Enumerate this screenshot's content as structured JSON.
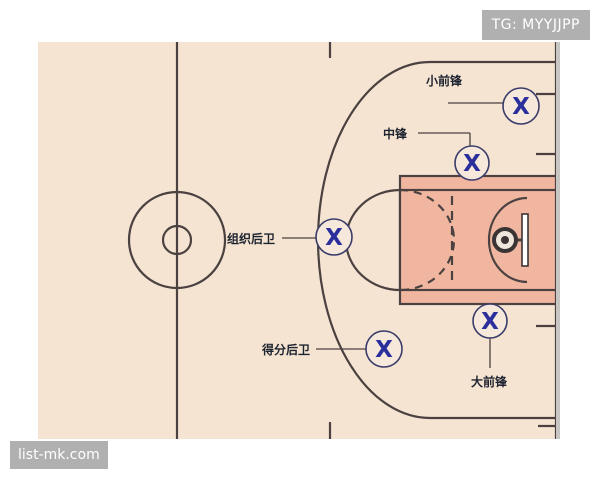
{
  "watermarks": {
    "top_right": "TG: MYYJJPP",
    "bottom_left": "list-mk.com"
  },
  "colors": {
    "floor": "#f5e4d2",
    "paint": "#f0b6a0",
    "line": "#4a4140",
    "marker_ring": "#3a3c6a",
    "marker_x": "#2b2f9c",
    "label_text": "#1e2330"
  },
  "positions": {
    "small_forward": {
      "label": "小前锋",
      "mark": "X"
    },
    "center": {
      "label": "中锋",
      "mark": "X"
    },
    "point_guard": {
      "label": "组织后卫",
      "mark": "X"
    },
    "shooting_guard": {
      "label": "得分后卫",
      "mark": "X"
    },
    "power_forward": {
      "label": "大前锋",
      "mark": "X"
    }
  }
}
